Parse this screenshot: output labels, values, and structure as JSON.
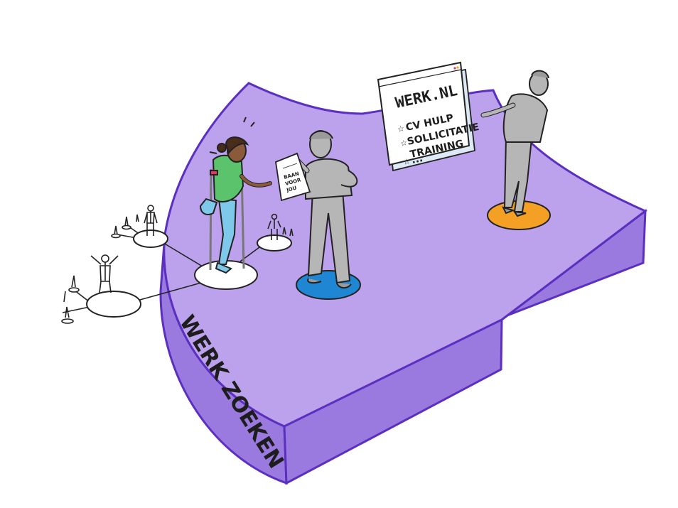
{
  "platform": {
    "side_label": "WERK ZOEKEN",
    "top_color": "#bca2ec",
    "side_color": "#9b7ae0",
    "outline_color": "#5b2fbf"
  },
  "board": {
    "title": "WERK.NL",
    "items": [
      "CV HULP",
      "SOLLICITATIE",
      "TRAINING",
      "..."
    ],
    "bullet_icon": "star-icon"
  },
  "paper": {
    "lines": [
      "BAAN",
      "VOOR",
      "JOU"
    ]
  },
  "colors": {
    "advisor_spot": "#1f86d4",
    "website_spot": "#f4a024",
    "woman_shirt": "#5ac36b",
    "woman_pants": "#7ec8ea",
    "figure_gray": "#b6b6b6"
  }
}
